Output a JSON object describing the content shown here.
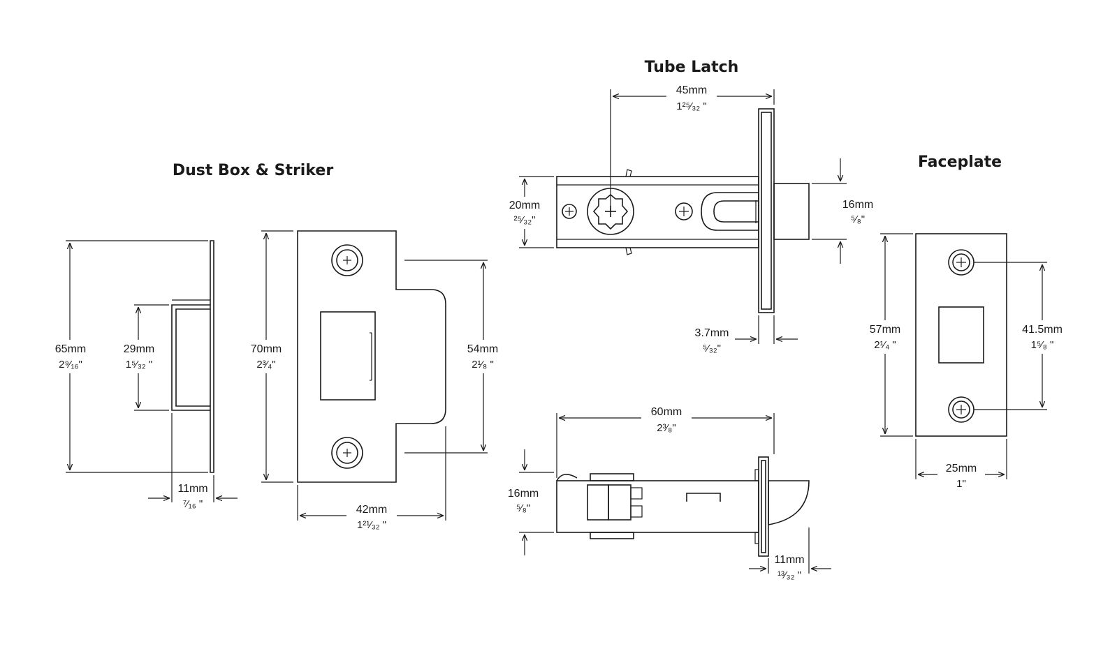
{
  "titles": {
    "dust_box_striker": "Dust Box & Striker",
    "tube_latch": "Tube Latch",
    "faceplate": "Faceplate"
  },
  "dimensions": {
    "dust_box_height": {
      "mm": "65mm",
      "inch": "2⁹⁄₁₆\""
    },
    "dust_box_depth": {
      "mm": "29mm",
      "inch": "1⁵⁄₃₂ \""
    },
    "dust_box_width": {
      "mm": "11mm",
      "inch": "⁷⁄₁₆ \""
    },
    "striker_height": {
      "mm": "70mm",
      "inch": "2³⁄₄\""
    },
    "striker_lip_height": {
      "mm": "54mm",
      "inch": "2¹⁄₈ \""
    },
    "striker_width": {
      "mm": "42mm",
      "inch": "1²¹⁄₃₂ \""
    },
    "latch_backset": {
      "mm": "45mm",
      "inch": "1²⁵⁄₃₂ \""
    },
    "latch_body_height": {
      "mm": "20mm",
      "inch": "²⁵⁄₃₂\""
    },
    "latch_bolt_height": {
      "mm": "16mm",
      "inch": "⁵⁄₈\""
    },
    "latch_plate_thickness": {
      "mm": "3.7mm",
      "inch": "⁵⁄₃₂\""
    },
    "latch_length": {
      "mm": "60mm",
      "inch": "2³⁄₈\""
    },
    "latch_side_height": {
      "mm": "16mm",
      "inch": "⁵⁄₈\""
    },
    "latch_bolt_throw": {
      "mm": "11mm",
      "inch": "¹³⁄₃₂ \""
    },
    "faceplate_height": {
      "mm": "57mm",
      "inch": "2¹⁄₄ \""
    },
    "faceplate_screw_centers": {
      "mm": "41.5mm",
      "inch": "1⁵⁄₈ \""
    },
    "faceplate_width": {
      "mm": "25mm",
      "inch": "1\""
    }
  }
}
